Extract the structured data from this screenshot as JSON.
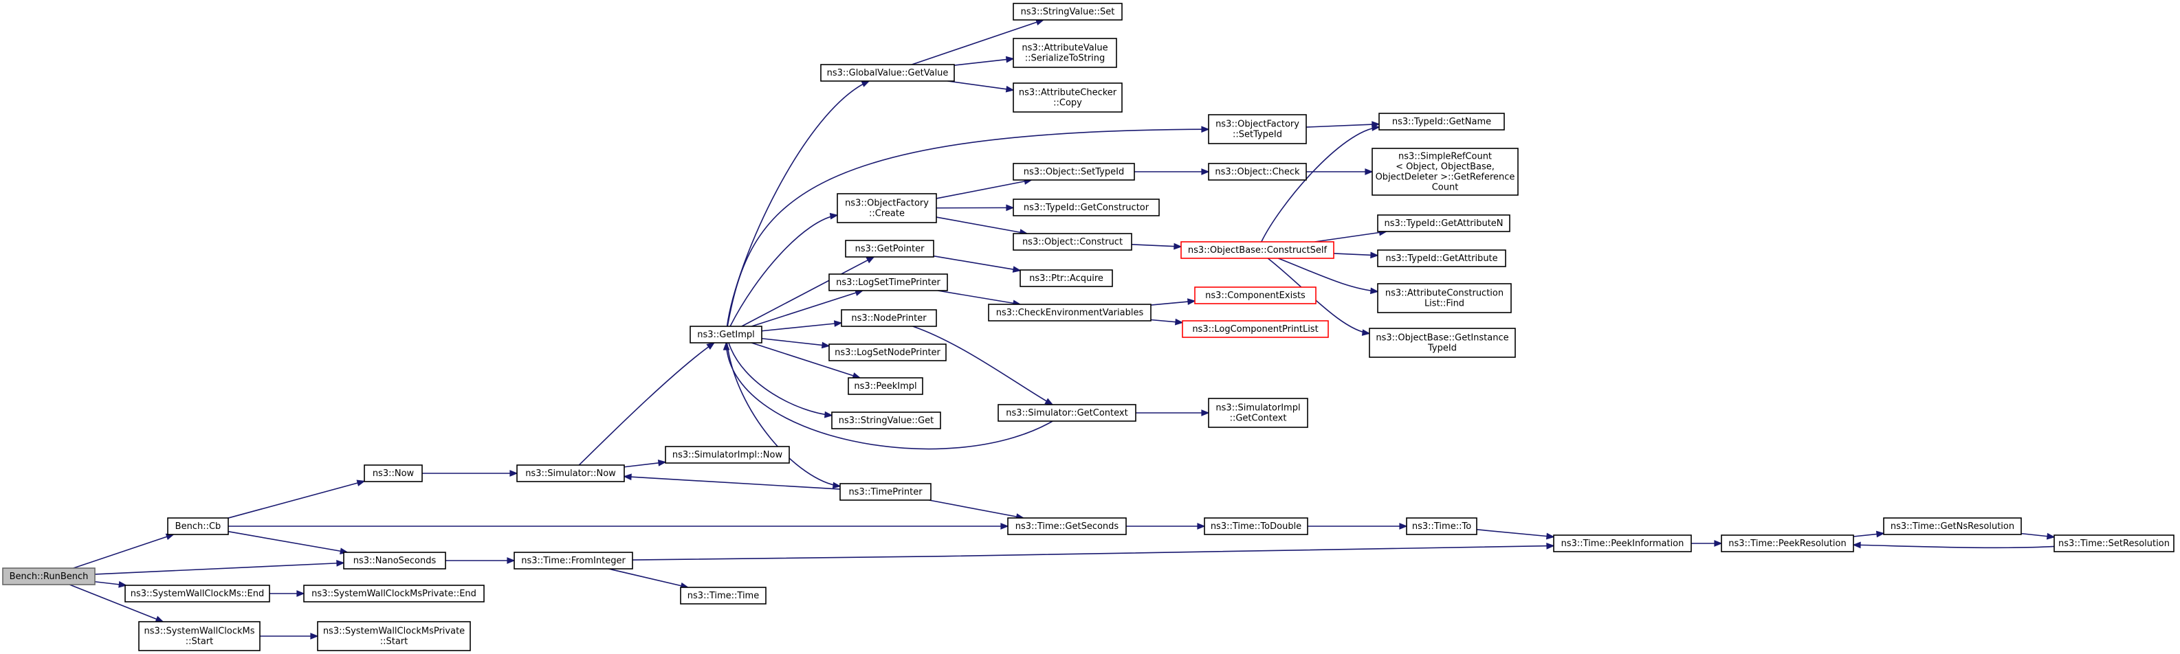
{
  "nodes": [
    {
      "id": "bench_runbench",
      "lines": [
        "Bench::RunBench"
      ],
      "style": "root"
    },
    {
      "id": "bench_cb",
      "lines": [
        "Bench::Cb"
      ]
    },
    {
      "id": "now",
      "lines": [
        "ns3::Now"
      ]
    },
    {
      "id": "nanoseconds",
      "lines": [
        "ns3::NanoSeconds"
      ]
    },
    {
      "id": "swc_end",
      "lines": [
        "ns3::SystemWallClockMs::End"
      ]
    },
    {
      "id": "swcp_end",
      "lines": [
        "ns3::SystemWallClockMsPrivate::End"
      ]
    },
    {
      "id": "swc_start",
      "lines": [
        "ns3::SystemWallClockMs",
        "::Start"
      ]
    },
    {
      "id": "swcp_start",
      "lines": [
        "ns3::SystemWallClockMsPrivate",
        "::Start"
      ]
    },
    {
      "id": "simulator_now",
      "lines": [
        "ns3::Simulator::Now"
      ]
    },
    {
      "id": "simimpl_now",
      "lines": [
        "ns3::SimulatorImpl::Now"
      ]
    },
    {
      "id": "time_frominteger",
      "lines": [
        "ns3::Time::FromInteger"
      ]
    },
    {
      "id": "time_time",
      "lines": [
        "ns3::Time::Time"
      ]
    },
    {
      "id": "getimpl",
      "lines": [
        "ns3::GetImpl"
      ]
    },
    {
      "id": "globalvalue_getvalue",
      "lines": [
        "ns3::GlobalValue::GetValue"
      ]
    },
    {
      "id": "stringvalue_set",
      "lines": [
        "ns3::StringValue::Set"
      ]
    },
    {
      "id": "attrvalue_serialize",
      "lines": [
        "ns3::AttributeValue",
        "::SerializeToString"
      ]
    },
    {
      "id": "attrchecker_copy",
      "lines": [
        "ns3::AttributeChecker",
        "::Copy"
      ]
    },
    {
      "id": "objfactory_settypeid",
      "lines": [
        "ns3::ObjectFactory",
        "::SetTypeId"
      ]
    },
    {
      "id": "typeid_getname",
      "lines": [
        "ns3::TypeId::GetName"
      ]
    },
    {
      "id": "objfactory_create",
      "lines": [
        "ns3::ObjectFactory",
        "::Create"
      ]
    },
    {
      "id": "object_settypeid",
      "lines": [
        "ns3::Object::SetTypeId"
      ]
    },
    {
      "id": "object_check",
      "lines": [
        "ns3::Object::Check"
      ]
    },
    {
      "id": "simplerefcount",
      "lines": [
        "ns3::SimpleRefCount",
        "< Object, ObjectBase,",
        "ObjectDeleter >::GetReference",
        "Count"
      ]
    },
    {
      "id": "typeid_getconstructor",
      "lines": [
        "ns3::TypeId::GetConstructor"
      ]
    },
    {
      "id": "object_construct",
      "lines": [
        "ns3::Object::Construct"
      ]
    },
    {
      "id": "objectbase_constructself",
      "lines": [
        "ns3::ObjectBase::ConstructSelf"
      ],
      "style": "warn"
    },
    {
      "id": "typeid_getattributen",
      "lines": [
        "ns3::TypeId::GetAttributeN"
      ]
    },
    {
      "id": "typeid_getattribute",
      "lines": [
        "ns3::TypeId::GetAttribute"
      ]
    },
    {
      "id": "attrconstruction_find",
      "lines": [
        "ns3::AttributeConstruction",
        "List::Find"
      ]
    },
    {
      "id": "objectbase_getinstancetypeid",
      "lines": [
        "ns3::ObjectBase::GetInstance",
        "TypeId"
      ]
    },
    {
      "id": "getpointer",
      "lines": [
        "ns3::GetPointer"
      ]
    },
    {
      "id": "ptr_acquire",
      "lines": [
        "ns3::Ptr::Acquire"
      ]
    },
    {
      "id": "logsettimeprinter",
      "lines": [
        "ns3::LogSetTimePrinter"
      ]
    },
    {
      "id": "checkenvvars",
      "lines": [
        "ns3::CheckEnvironmentVariables"
      ]
    },
    {
      "id": "componentexists",
      "lines": [
        "ns3::ComponentExists"
      ],
      "style": "warn"
    },
    {
      "id": "logcomponentprintlist",
      "lines": [
        "ns3::LogComponentPrintList"
      ],
      "style": "warn"
    },
    {
      "id": "nodeprinter",
      "lines": [
        "ns3::NodePrinter"
      ]
    },
    {
      "id": "logsetnodeprinter",
      "lines": [
        "ns3::LogSetNodePrinter"
      ]
    },
    {
      "id": "peekimpl",
      "lines": [
        "ns3::PeekImpl"
      ]
    },
    {
      "id": "stringvalue_get",
      "lines": [
        "ns3::StringValue::Get"
      ]
    },
    {
      "id": "simulator_getcontext",
      "lines": [
        "ns3::Simulator::GetContext"
      ]
    },
    {
      "id": "simimpl_getcontext",
      "lines": [
        "ns3::SimulatorImpl",
        "::GetContext"
      ]
    },
    {
      "id": "timeprinter",
      "lines": [
        "ns3::TimePrinter"
      ]
    },
    {
      "id": "time_getseconds",
      "lines": [
        "ns3::Time::GetSeconds"
      ]
    },
    {
      "id": "time_todouble",
      "lines": [
        "ns3::Time::ToDouble"
      ]
    },
    {
      "id": "time_to",
      "lines": [
        "ns3::Time::To"
      ]
    },
    {
      "id": "time_peekinformation",
      "lines": [
        "ns3::Time::PeekInformation"
      ]
    },
    {
      "id": "time_peekresolution",
      "lines": [
        "ns3::Time::PeekResolution"
      ]
    },
    {
      "id": "time_getnsresolution",
      "lines": [
        "ns3::Time::GetNsResolution"
      ]
    },
    {
      "id": "time_setresolution",
      "lines": [
        "ns3::Time::SetResolution"
      ]
    }
  ],
  "edges": [
    {
      "from": "bench_runbench",
      "to": "bench_cb"
    },
    {
      "from": "bench_runbench",
      "to": "nanoseconds"
    },
    {
      "from": "bench_runbench",
      "to": "swc_end"
    },
    {
      "from": "bench_runbench",
      "to": "swc_start"
    },
    {
      "from": "bench_cb",
      "to": "now"
    },
    {
      "from": "bench_cb",
      "to": "nanoseconds"
    },
    {
      "from": "bench_cb",
      "to": "time_getseconds"
    },
    {
      "from": "now",
      "to": "simulator_now"
    },
    {
      "from": "nanoseconds",
      "to": "time_frominteger"
    },
    {
      "from": "swc_end",
      "to": "swcp_end"
    },
    {
      "from": "swc_start",
      "to": "swcp_start"
    },
    {
      "from": "simulator_now",
      "to": "getimpl"
    },
    {
      "from": "simulator_now",
      "to": "simimpl_now"
    },
    {
      "from": "time_frominteger",
      "to": "time_time"
    },
    {
      "from": "time_frominteger",
      "to": "time_peekinformation"
    },
    {
      "from": "getimpl",
      "to": "globalvalue_getvalue"
    },
    {
      "from": "getimpl",
      "to": "objfactory_settypeid"
    },
    {
      "from": "getimpl",
      "to": "objfactory_create"
    },
    {
      "from": "getimpl",
      "to": "getpointer"
    },
    {
      "from": "getimpl",
      "to": "logsettimeprinter"
    },
    {
      "from": "getimpl",
      "to": "nodeprinter"
    },
    {
      "from": "getimpl",
      "to": "logsetnodeprinter"
    },
    {
      "from": "getimpl",
      "to": "peekimpl"
    },
    {
      "from": "getimpl",
      "to": "stringvalue_get"
    },
    {
      "from": "getimpl",
      "to": "timeprinter"
    },
    {
      "from": "globalvalue_getvalue",
      "to": "stringvalue_set"
    },
    {
      "from": "globalvalue_getvalue",
      "to": "attrvalue_serialize"
    },
    {
      "from": "globalvalue_getvalue",
      "to": "attrchecker_copy"
    },
    {
      "from": "objfactory_settypeid",
      "to": "typeid_getname"
    },
    {
      "from": "objfactory_create",
      "to": "object_settypeid"
    },
    {
      "from": "objfactory_create",
      "to": "typeid_getconstructor"
    },
    {
      "from": "objfactory_create",
      "to": "object_construct"
    },
    {
      "from": "object_settypeid",
      "to": "object_check"
    },
    {
      "from": "object_check",
      "to": "simplerefcount"
    },
    {
      "from": "object_construct",
      "to": "objectbase_constructself"
    },
    {
      "from": "objectbase_constructself",
      "to": "typeid_getname"
    },
    {
      "from": "objectbase_constructself",
      "to": "typeid_getattributen"
    },
    {
      "from": "objectbase_constructself",
      "to": "typeid_getattribute"
    },
    {
      "from": "objectbase_constructself",
      "to": "attrconstruction_find"
    },
    {
      "from": "objectbase_constructself",
      "to": "objectbase_getinstancetypeid"
    },
    {
      "from": "getpointer",
      "to": "ptr_acquire"
    },
    {
      "from": "logsettimeprinter",
      "to": "checkenvvars"
    },
    {
      "from": "checkenvvars",
      "to": "componentexists"
    },
    {
      "from": "checkenvvars",
      "to": "logcomponentprintlist"
    },
    {
      "from": "nodeprinter",
      "to": "simulator_getcontext"
    },
    {
      "from": "simulator_getcontext",
      "to": "getimpl"
    },
    {
      "from": "simulator_getcontext",
      "to": "simimpl_getcontext"
    },
    {
      "from": "timeprinter",
      "to": "simulator_now"
    },
    {
      "from": "timeprinter",
      "to": "time_getseconds"
    },
    {
      "from": "time_getseconds",
      "to": "time_todouble"
    },
    {
      "from": "time_todouble",
      "to": "time_to"
    },
    {
      "from": "time_to",
      "to": "time_peekinformation"
    },
    {
      "from": "time_peekinformation",
      "to": "time_peekresolution"
    },
    {
      "from": "time_peekresolution",
      "to": "time_getnsresolution"
    },
    {
      "from": "time_getnsresolution",
      "to": "time_setresolution"
    },
    {
      "from": "time_setresolution",
      "to": "time_peekresolution"
    }
  ]
}
